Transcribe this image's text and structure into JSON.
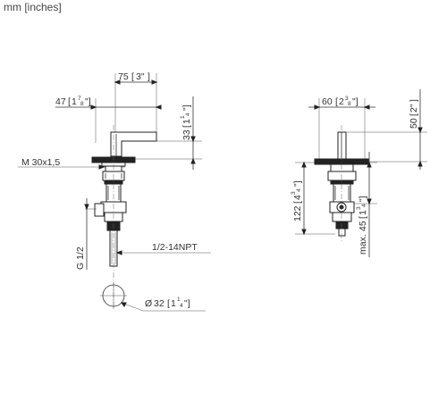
{
  "units_label": "mm [inches]",
  "left_view": {
    "width_top": {
      "mm": "75",
      "in": "3\""
    },
    "width_body": {
      "mm": "47",
      "in_whole": "1",
      "in_num": "7",
      "in_den": "8"
    },
    "spout_height": {
      "mm": "33",
      "in_whole": "1",
      "in_num": "1",
      "in_den": "4"
    },
    "thread_label": "M 30x1,5",
    "pipe_thread_label": "G 1/2",
    "npt_label": "1/2-14NPT",
    "hole_diameter": {
      "symbol": "Ø",
      "mm": "32",
      "in_whole": "1",
      "in_num": "1",
      "in_den": "4"
    }
  },
  "right_view": {
    "width": {
      "mm": "60",
      "in_whole": "2",
      "in_num": "3",
      "in_den": "8"
    },
    "handle_height": {
      "mm": "50",
      "in": "2\""
    },
    "total_height": {
      "mm": "122",
      "in_whole": "4",
      "in_num": "3",
      "in_den": "4"
    },
    "max_thickness": {
      "prefix": "max.",
      "mm": "45",
      "in_whole": "1",
      "in_num": "3",
      "in_den": "4"
    }
  }
}
